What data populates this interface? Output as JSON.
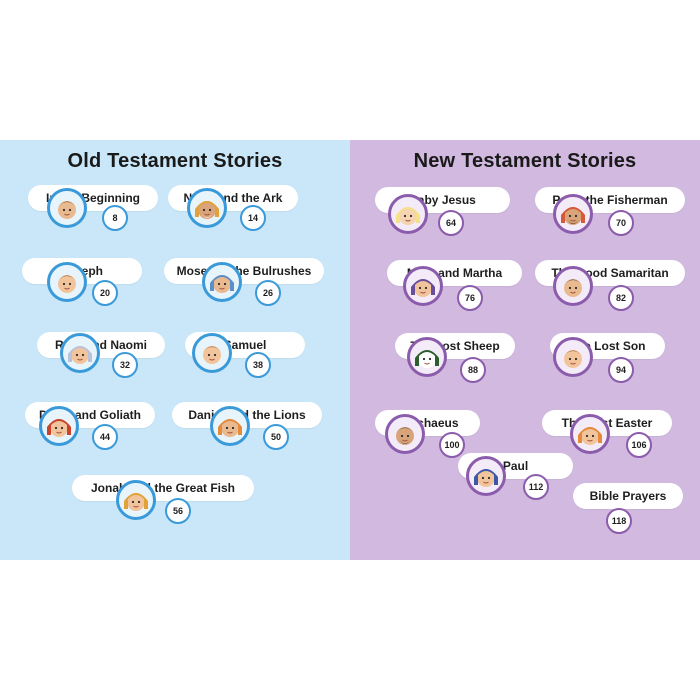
{
  "old_testament": {
    "heading": "Old Testament Stories",
    "stories": [
      {
        "title": "In the Beginning",
        "page": "8"
      },
      {
        "title": "Noah and the Ark",
        "page": "14"
      },
      {
        "title": "Joseph",
        "page": "20"
      },
      {
        "title": "Moses in the Bulrushes",
        "page": "26"
      },
      {
        "title": "Ruth and Naomi",
        "page": "32"
      },
      {
        "title": "Samuel",
        "page": "38"
      },
      {
        "title": "David and Goliath",
        "page": "44"
      },
      {
        "title": "Daniel and the Lions",
        "page": "50"
      },
      {
        "title": "Jonah and the Great Fish",
        "page": "56"
      }
    ]
  },
  "new_testament": {
    "heading": "New Testament Stories",
    "stories": [
      {
        "title": "Baby Jesus",
        "page": "64"
      },
      {
        "title": "Peter the Fisherman",
        "page": "70"
      },
      {
        "title": "Mary and Martha",
        "page": "76"
      },
      {
        "title": "The Good Samaritan",
        "page": "82"
      },
      {
        "title": "The Lost Sheep",
        "page": "88"
      },
      {
        "title": "The Lost Son",
        "page": "94"
      },
      {
        "title": "Zacchaeus",
        "page": "100"
      },
      {
        "title": "The First Easter",
        "page": "106"
      },
      {
        "title": "Paul",
        "page": "112"
      },
      {
        "title": "Bible Prayers",
        "page": "118"
      }
    ]
  },
  "colors": {
    "old_background": "#c9e7f8",
    "new_background": "#d1b9df",
    "old_accent": "#3a9ad9",
    "new_accent": "#8b5cab"
  }
}
